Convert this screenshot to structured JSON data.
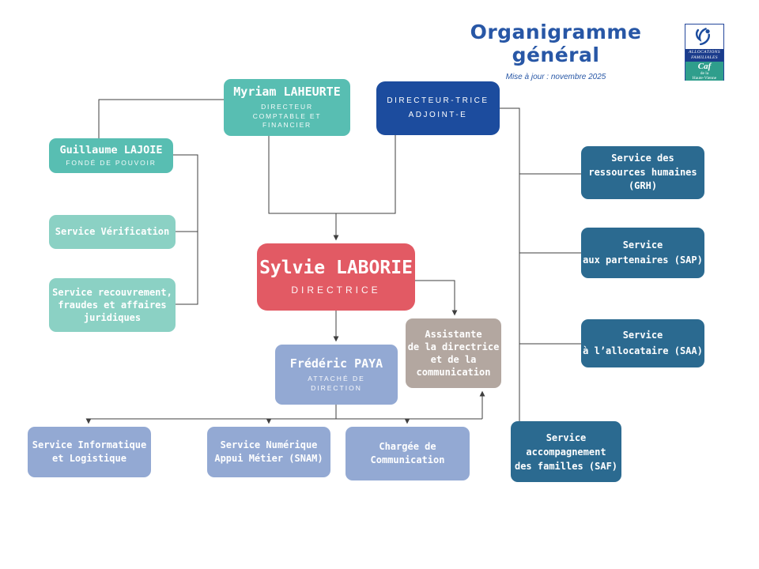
{
  "header": {
    "title": "Organigramme général",
    "subtitle": "Mise à jour : novembre 2025"
  },
  "logo": {
    "brand_top_1": "ALLOCATIONS",
    "brand_top_2": "FAMILIALES",
    "brand_name": "Caf",
    "brand_sub_1": "de la",
    "brand_sub_2": "Haute-Vienne"
  },
  "nodes": {
    "myriam": {
      "name": "Myriam LAHEURTE",
      "role": "DIRECTEUR\nCOMPTABLE ET\nFINANCIER"
    },
    "adjoint": {
      "label": "DIRECTEUR-TRICE\nADJOINT-E"
    },
    "guillaume": {
      "name": "Guillaume LAJOIE",
      "role": "FONDÉ DE POUVOIR"
    },
    "verification": {
      "label": "Service Vérification"
    },
    "recouvrement": {
      "label": "Service recouvrement,\nfraudes et affaires\njuridiques"
    },
    "sylvie": {
      "name": "Sylvie LABORIE",
      "role": "DIRECTRICE"
    },
    "frederic": {
      "name": "Frédéric PAYA",
      "role": "ATTACHÉ DE\nDIRECTION"
    },
    "assistante": {
      "label": "Assistante\nde la directrice\net de la\ncommunication"
    },
    "grh": {
      "label": "Service des\nressources humaines\n(GRH)"
    },
    "sap": {
      "label": "Service\naux partenaires (SAP)"
    },
    "saa": {
      "label": "Service\nà l’allocataire (SAA)"
    },
    "saf": {
      "label": "Service\naccompagnement\ndes familles (SAF)"
    },
    "informatique": {
      "label": "Service Informatique\net Logistique"
    },
    "snam": {
      "label": "Service Numérique\nAppui Métier (SNAM)"
    },
    "chargee": {
      "label": "Chargée de\nCommunication"
    }
  },
  "colors": {
    "title_blue": "#2857A6",
    "teal": "#58BEB2",
    "teal_light": "#8BD1C4",
    "navy": "#1C4C9E",
    "red": "#E25A64",
    "periwinkle": "#93A9D3",
    "taupe": "#B3A7A0",
    "slate": "#2B6A90",
    "line": "#3F3F3F"
  }
}
